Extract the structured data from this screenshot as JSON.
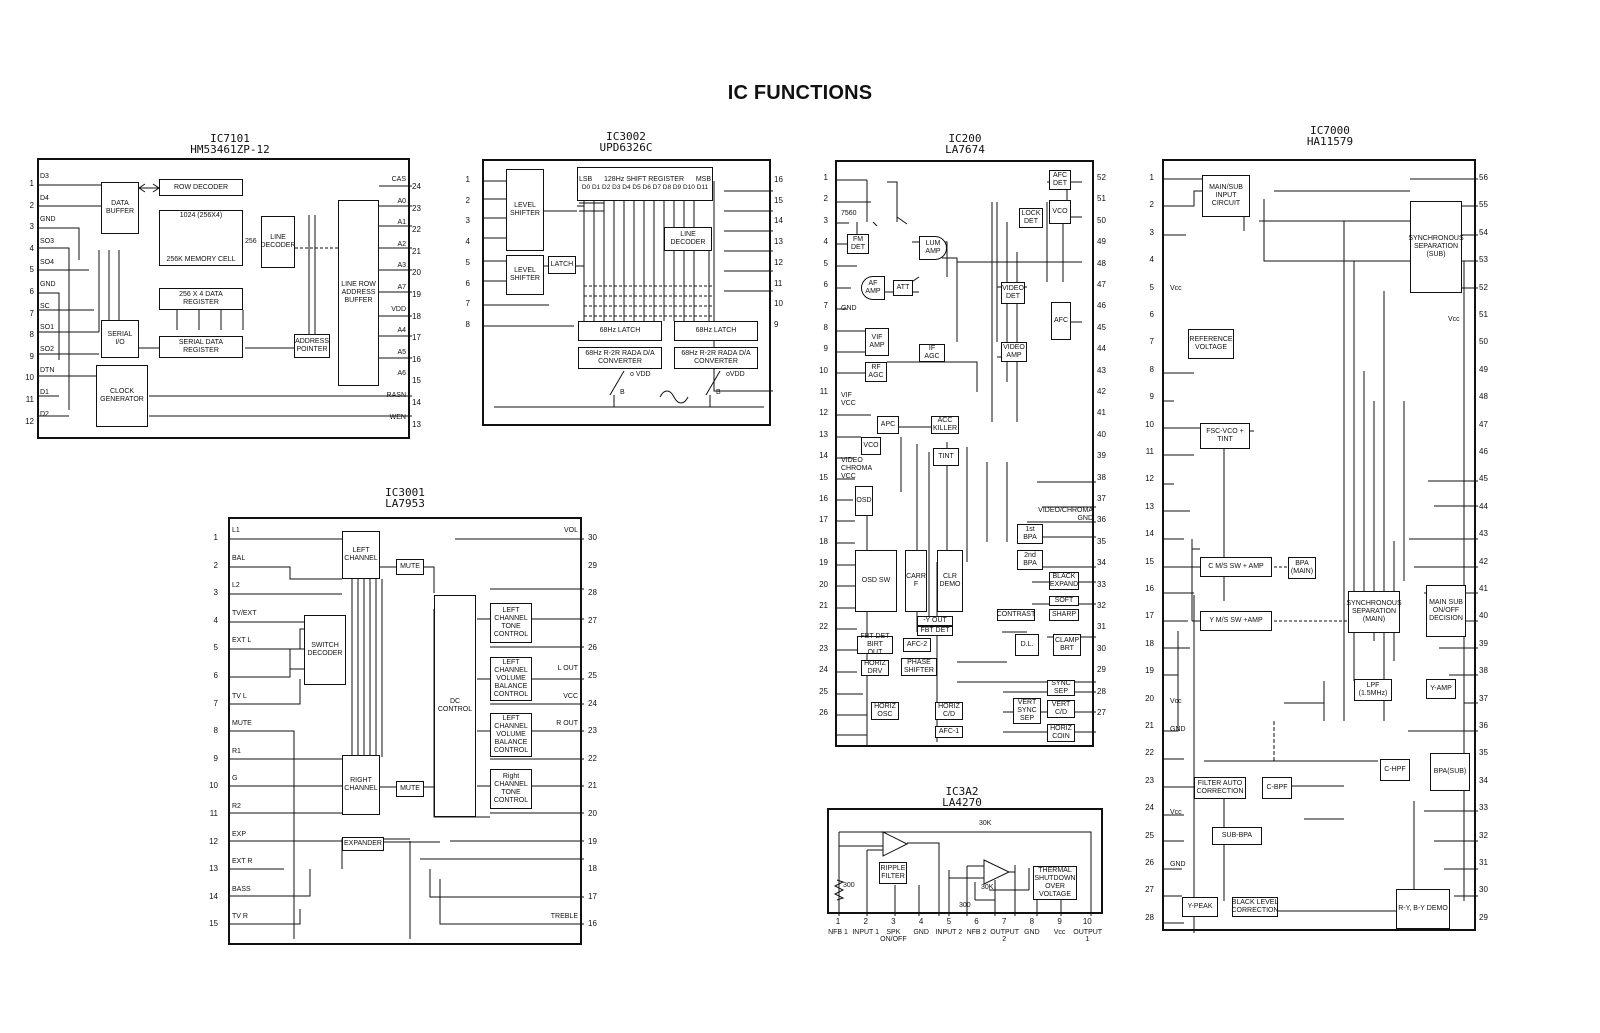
{
  "title": "IC FUNCTIONS",
  "ics": {
    "ic7101": {
      "ref": "IC7101",
      "part": "HM53461ZP-12",
      "left_pins": [
        {
          "n": "1",
          "name": "D3"
        },
        {
          "n": "2",
          "name": "D4"
        },
        {
          "n": "3",
          "name": "GND"
        },
        {
          "n": "4",
          "name": "SO3"
        },
        {
          "n": "5",
          "name": "SO4"
        },
        {
          "n": "6",
          "name": "GND"
        },
        {
          "n": "7",
          "name": "SC"
        },
        {
          "n": "8",
          "name": "SO1"
        },
        {
          "n": "9",
          "name": "SO2"
        },
        {
          "n": "10",
          "name": "DTN"
        },
        {
          "n": "11",
          "name": "D1"
        },
        {
          "n": "12",
          "name": "D2"
        }
      ],
      "right_pins": [
        {
          "n": "24",
          "name": "CAS"
        },
        {
          "n": "23",
          "name": "A0"
        },
        {
          "n": "22",
          "name": "A1"
        },
        {
          "n": "21",
          "name": "A2"
        },
        {
          "n": "20",
          "name": "A3"
        },
        {
          "n": "19",
          "name": "A7"
        },
        {
          "n": "18",
          "name": "VDD"
        },
        {
          "n": "17",
          "name": "A4"
        },
        {
          "n": "16",
          "name": "A5"
        },
        {
          "n": "15",
          "name": "A6"
        },
        {
          "n": "14",
          "name": "RASN"
        },
        {
          "n": "13",
          "name": "WEN"
        }
      ],
      "blocks": {
        "data_buffer": "DATA BUFFER",
        "row_decoder": "ROW DECODER",
        "memory": "1024 (256X4)",
        "memory_cell": "256K MEMORY CELL",
        "line_decoder": "LINE DECODER",
        "data_register": "256 X 4 DATA REGISTER",
        "serial_io": "SERIAL I/O",
        "serial_data_register": "SERIAL DATA REGISTER",
        "address_pointer": "ADDRESS POINTER",
        "line_row_buffer": "LINE ROW ADDRESS BUFFER",
        "clock_generator": "CLOCK GENERATOR",
        "label_256": "256"
      }
    },
    "ic3002": {
      "ref": "IC3002",
      "part": "UPD6326C",
      "left_pins": [
        "1",
        "2",
        "3",
        "4",
        "5",
        "6",
        "7",
        "8"
      ],
      "right_pins": [
        "16",
        "15",
        "14",
        "13",
        "12",
        "11",
        "10",
        "9"
      ],
      "blocks": {
        "level_shifter_1": "LEVEL SHIFTER",
        "level_shifter_2": "LEVEL SHIFTER",
        "latch": "LATCH",
        "shift_register": "128Hz SHIFT REGISTER",
        "lsb": "LSB",
        "msb": "MSB",
        "bits": "D0 D1 D2 D3 D4 D5 D6 D7 D8 D9 D10 D11",
        "line_decoder": "LINE DECODER",
        "latch_1": "68Hz LATCH",
        "latch_2": "68Hz LATCH",
        "dac_1": "68Hz R-2R RADA D/A CONVERTER",
        "dac_2": "68Hz R-2R RADA D/A CONVERTER",
        "vdd_1": "o VDD",
        "vdd_2": "oVDD",
        "b_1": "B",
        "b_2": "B"
      }
    },
    "ic200": {
      "ref": "IC200",
      "part": "LA7674",
      "left_pins": [
        "1",
        "2",
        "3",
        "4",
        "5",
        "6",
        "7",
        "8",
        "9",
        "10",
        "11",
        "12",
        "13",
        "14",
        "15",
        "16",
        "17",
        "18",
        "19",
        "20",
        "21",
        "22",
        "23",
        "24",
        "25",
        "26"
      ],
      "right_pins": [
        "52",
        "51",
        "50",
        "49",
        "48",
        "47",
        "46",
        "45",
        "44",
        "43",
        "42",
        "41",
        "40",
        "39",
        "38",
        "37",
        "36",
        "35",
        "34",
        "33",
        "32",
        "31",
        "30",
        "29",
        "28",
        "27"
      ],
      "labels": {
        "gnd": "GND",
        "vif_vcc": "VIF VCC",
        "video_chroma_vcc": "VIDEO CHROMA VCC",
        "video_chroma_gnd": "VIDEO/CHROMA GND",
        "r7560": "7560"
      },
      "blocks": {
        "afc_det": "AFC DET",
        "vco_1": "VCO",
        "lock_det": "LOCK DET",
        "fm_det": "FM DET",
        "lum_amp": "LUM AMP",
        "af_amp": "AF AMP",
        "att": "ATT",
        "video_det": "VIDEO DET",
        "afc": "AFC",
        "vif_amp": "VIF AMP",
        "if_agc": "IF AGC",
        "video_amp": "VIDEO AMP",
        "rf_agc": "RF AGC",
        "apc": "APC",
        "acc_killer": "ACC KILLER",
        "vco_2": "VCO",
        "tint": "TINT",
        "osd": "OSD",
        "bpa_1": "1st BPA",
        "bpa_2": "2nd BPA",
        "osd_sw": "OSD SW",
        "carr_f": "CARR F",
        "clr_demo": "CLR DEMO",
        "black_expand": "BLACK EXPAND",
        "soft": "SOFT",
        "contrast": "CONTRAST",
        "sharp": "SHARP",
        "y_out": "-Y OUT",
        "fbt_det_1": "FBT DET",
        "fbt_det_2": "FBT DET BIRT OUT",
        "afc_2": "AFC-2",
        "dl": "D.L.",
        "clamp_brt": "CLAMP BRT",
        "horiz_drv": "HORIZ DRV",
        "phase_shifter": "PHASE SHIFTER",
        "sync_sep": "SYNC SEP",
        "vert_sync_sep": "VERT SYNC SEP",
        "vert_cd": "VERT C/D",
        "horiz_osc": "HORIZ OSC",
        "horiz_cd": "HORIZ C/D",
        "horiz_coin": "HORIZ COIN",
        "afc_1": "AFC-1"
      }
    },
    "ic7000": {
      "ref": "IC7000",
      "part": "HA11579",
      "left_pins": [
        "1",
        "2",
        "3",
        "4",
        "5",
        "6",
        "7",
        "8",
        "9",
        "10",
        "11",
        "12",
        "13",
        "14",
        "15",
        "16",
        "17",
        "18",
        "19",
        "20",
        "21",
        "22",
        "23",
        "24",
        "25",
        "26",
        "27",
        "28"
      ],
      "right_pins": [
        "56",
        "55",
        "54",
        "53",
        "52",
        "51",
        "50",
        "49",
        "48",
        "47",
        "46",
        "45",
        "44",
        "43",
        "42",
        "41",
        "40",
        "39",
        "38",
        "37",
        "36",
        "35",
        "34",
        "33",
        "32",
        "31",
        "30",
        "29"
      ],
      "labels": {
        "vcc_4": "Vcc",
        "vcc_51": "Vcc",
        "vcc_20": "Vcc",
        "gnd_21": "GND",
        "vcc_24": "Vcc",
        "gnd_26": "GND"
      },
      "blocks": {
        "main_sub_input": "MAIN/SUB INPUT CIRCUIT",
        "sync_sep_sub": "SYNCHRONOUS SEPARATION (SUB)",
        "ref_voltage": "REFERENCE VOLTAGE",
        "fsc_vco": "FSC-VCO + TINT",
        "c_ms_sw": "C M/S SW + AMP",
        "bpa_main": "BPA (MAIN)",
        "y_ms_sw": "Y M/S SW +AMP",
        "sync_sep_main": "SYNCHRONOUS SEPARATION (MAIN)",
        "main_sub_decision": "MAIN SUB ON/OFF DECISION",
        "lpf": "LPF (1.5MHz)",
        "y_amp": "Y-AMP",
        "c_hpf": "C-HPF",
        "bpa_sub": "BPA(SUB)",
        "filter_auto": "FILTER AUTO CORRECTION",
        "c_bpf": "C-BPF",
        "sub_bpa": "SUB-BPA",
        "y_peak": "Y-PEAK",
        "black_level": "BLACK LEVEL CORRECTION",
        "ry_by": "R-Y, B-Y DEMO"
      }
    },
    "ic3001": {
      "ref": "IC3001",
      "part": "LA7953",
      "left_pins": [
        {
          "n": "1",
          "name": "L1"
        },
        {
          "n": "2",
          "name": "BAL"
        },
        {
          "n": "3",
          "name": "L2"
        },
        {
          "n": "4",
          "name": "TV/EXT"
        },
        {
          "n": "5",
          "name": "EXT L"
        },
        {
          "n": "6",
          "name": ""
        },
        {
          "n": "7",
          "name": "TV L"
        },
        {
          "n": "8",
          "name": "MUTE"
        },
        {
          "n": "9",
          "name": "R1"
        },
        {
          "n": "10",
          "name": "G"
        },
        {
          "n": "11",
          "name": "R2"
        },
        {
          "n": "12",
          "name": "EXP"
        },
        {
          "n": "13",
          "name": "EXT R"
        },
        {
          "n": "14",
          "name": "BASS"
        },
        {
          "n": "15",
          "name": "TV R"
        }
      ],
      "right_pins": [
        {
          "n": "30",
          "name": "VOL"
        },
        {
          "n": "29",
          "name": ""
        },
        {
          "n": "28",
          "name": ""
        },
        {
          "n": "27",
          "name": ""
        },
        {
          "n": "26",
          "name": ""
        },
        {
          "n": "25",
          "name": "L OUT"
        },
        {
          "n": "24",
          "name": "VCC"
        },
        {
          "n": "23",
          "name": "R OUT"
        },
        {
          "n": "22",
          "name": ""
        },
        {
          "n": "21",
          "name": ""
        },
        {
          "n": "20",
          "name": ""
        },
        {
          "n": "19",
          "name": ""
        },
        {
          "n": "18",
          "name": ""
        },
        {
          "n": "17",
          "name": ""
        },
        {
          "n": "16",
          "name": "TREBLE"
        }
      ],
      "blocks": {
        "left_channel": "LEFT CHANNEL",
        "mute_1": "MUTE",
        "switch_decoder": "SWITCH DECODER",
        "dc_control": "DC CONTROL",
        "left_tone": "LEFT CHANNEL TONE CONTROL",
        "left_vol": "LEFT CHANNEL VOLUME BALANCE CONTROL",
        "right_vol": "LEFT CHANNEL VOLUME BALANCE CONTROL",
        "right_tone": "Right CHANNEL TONE CONTROL",
        "right_channel": "RIGHT CHANNEL",
        "mute_2": "MUTE",
        "expander": "EXPANDER"
      }
    },
    "ic3a2": {
      "ref": "IC3A2",
      "part": "LA4270",
      "r_30k_top": "30K",
      "r_30k_mid": "30K",
      "r_300_left": "300",
      "r_300_mid": "300",
      "blocks": {
        "ripple_filter": "RIPPLE FILTER",
        "thermal": "THERMAL SHUTDOWN OVER VOLTAGE"
      },
      "pins": [
        {
          "n": "1",
          "name": "NFB 1"
        },
        {
          "n": "2",
          "name": "INPUT 1"
        },
        {
          "n": "3",
          "name": "SPK ON/OFF"
        },
        {
          "n": "4",
          "name": "GND"
        },
        {
          "n": "5",
          "name": "INPUT 2"
        },
        {
          "n": "6",
          "name": "NFB 2"
        },
        {
          "n": "7",
          "name": "OUTPUT 2"
        },
        {
          "n": "8",
          "name": "GND"
        },
        {
          "n": "9",
          "name": "Vcc"
        },
        {
          "n": "10",
          "name": "OUTPUT 1"
        }
      ]
    }
  }
}
